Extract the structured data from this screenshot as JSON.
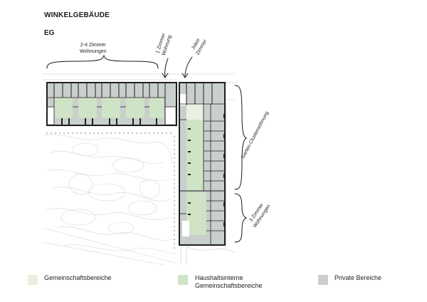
{
  "title": "WINKELGEBÄUDE",
  "floor": "EG",
  "annotations": {
    "two_four_room": [
      "2-4 Zimmer",
      "Wohnungen"
    ],
    "one_room": [
      "1 Zimmer",
      "Wohnung"
    ],
    "joker": [
      "Joker",
      "Zimmer"
    ],
    "garden_cluster": "Garten-Clusterwohnung",
    "three_room": [
      "3 Zimmer",
      "Wohnungen"
    ]
  },
  "legend": [
    {
      "label": [
        "Gemeinschaftsbereiche"
      ],
      "color": "#e8f1df"
    },
    {
      "label": [
        "Haushaltsinterne",
        "Gemeinschaftsbereiche"
      ],
      "color": "#cfe3c6"
    },
    {
      "label": [
        "Private Bereiche"
      ],
      "color": "#c9cfcc"
    }
  ],
  "colors": {
    "private": "#c9cfcc",
    "household_common": "#cfe3c6",
    "common": "#e8f1df",
    "wall": "#1f1f1f",
    "linework": "#c8c8c8"
  }
}
